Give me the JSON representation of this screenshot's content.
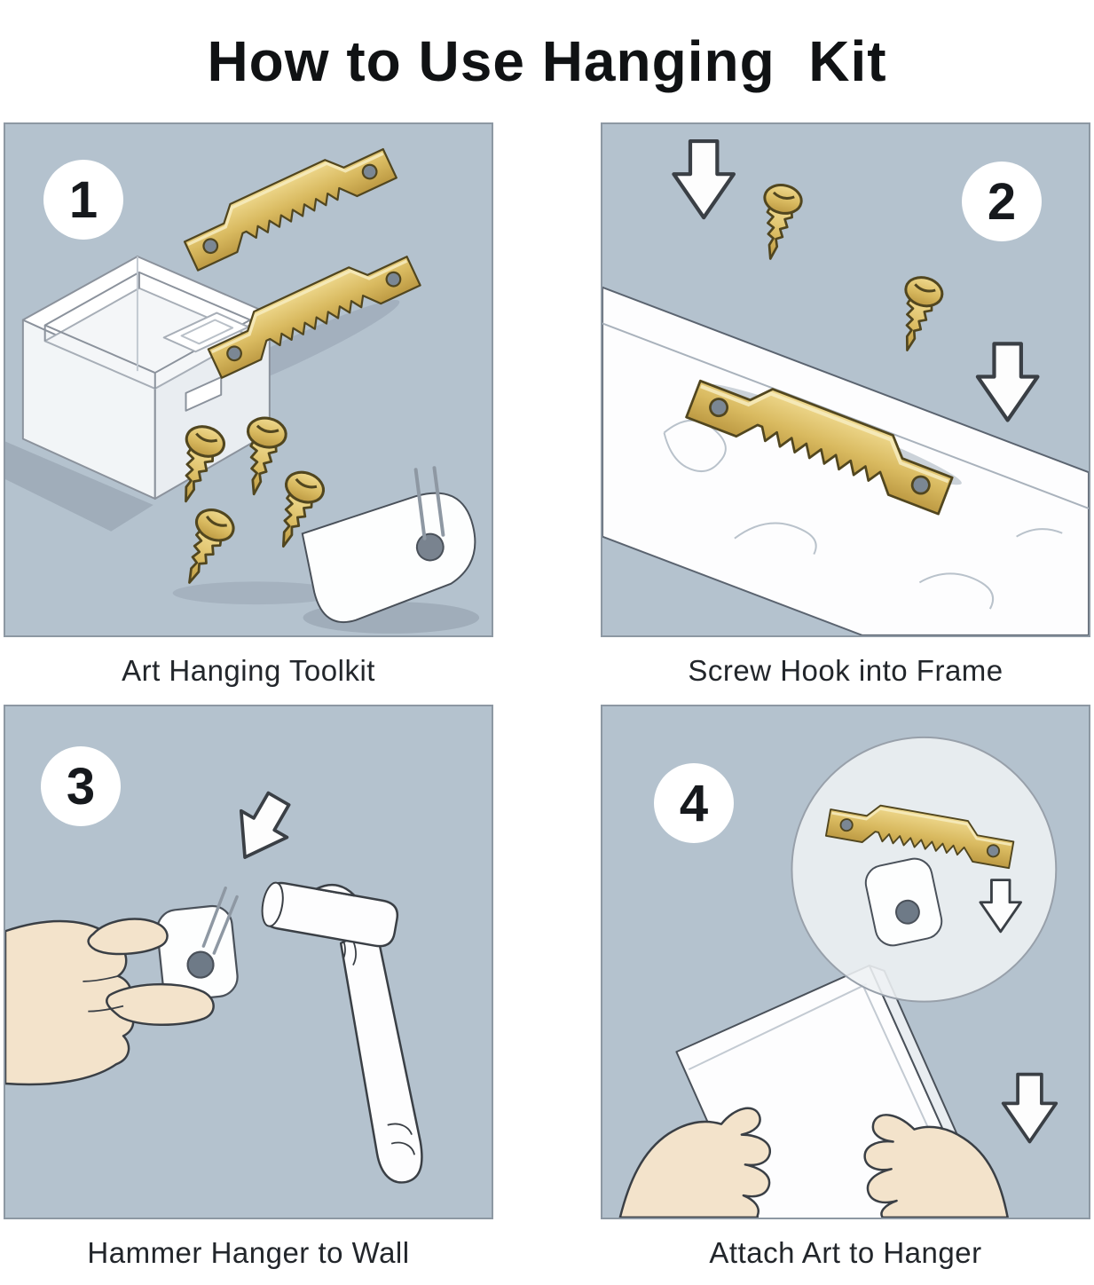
{
  "title": "How to Use Hanging  Kit",
  "panels": [
    {
      "number": "1",
      "caption": "Art Hanging Toolkit",
      "items": [
        "storage-box",
        "sawtooth-hangers",
        "screws",
        "wall-hanger-with-pins"
      ]
    },
    {
      "number": "2",
      "caption": "Screw Hook into Frame",
      "items": [
        "wood-frame-board",
        "sawtooth-hanger",
        "screws",
        "down-arrows"
      ]
    },
    {
      "number": "3",
      "caption": "Hammer Hanger to Wall",
      "items": [
        "hand-holding-wall-hanger",
        "hammer",
        "down-arrow"
      ]
    },
    {
      "number": "4",
      "caption": "Attach Art to Hanger",
      "items": [
        "magnified-detail-circle",
        "sawtooth-hanger",
        "wall-hanger",
        "canvas-frame",
        "hands",
        "down-arrow"
      ]
    }
  ],
  "colors": {
    "panel_background": "#b4c2ce",
    "brass": "#d9ba60",
    "brass_light": "#efd98e",
    "brass_dark": "#bd9a43",
    "outline": "#3a3f45",
    "white": "#fdfdfe",
    "skin": "#f3e3cb",
    "shadow": "#8f9caa",
    "title_color": "#101214",
    "caption_color": "#22262b"
  }
}
